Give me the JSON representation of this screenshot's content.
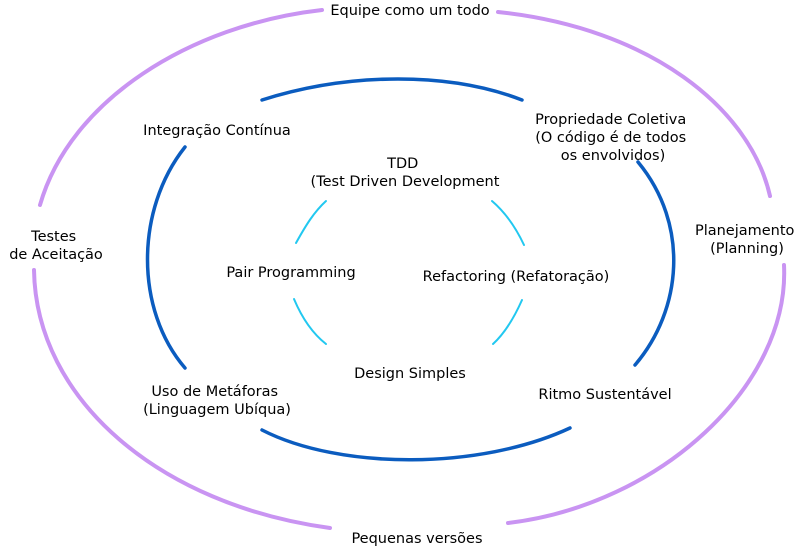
{
  "diagram": {
    "title": "",
    "colors": {
      "outer_ring": "#c994f2",
      "middle_ring": "#0b5cbf",
      "inner_ring": "#22c8f0",
      "text": "#000000"
    },
    "rings": {
      "outer": {
        "name": "Equipe como um todo",
        "practices": [
          {
            "lines": [
              "Equipe como um todo"
            ]
          },
          {
            "lines": [
              "Planejamento",
              "(Planning)"
            ]
          },
          {
            "lines": [
              "Pequenas versões"
            ]
          },
          {
            "lines": [
              "Testes",
              "de Aceitação"
            ]
          }
        ]
      },
      "middle": {
        "practices": [
          {
            "lines": [
              "Integração Contínua"
            ]
          },
          {
            "lines": [
              "Propriedade Coletiva",
              "(O código é de todos",
              "os envolvidos)"
            ]
          },
          {
            "lines": [
              "Ritmo Sustentável"
            ]
          },
          {
            "lines": [
              "Uso de Metáforas",
              "(Linguagem Ubíqua)"
            ]
          }
        ]
      },
      "inner": {
        "practices": [
          {
            "lines": [
              "TDD",
              "(Test Driven Development"
            ]
          },
          {
            "lines": [
              "Refactoring (Refatoração)"
            ]
          },
          {
            "lines": [
              "Design Simples"
            ]
          },
          {
            "lines": [
              "Pair Programming"
            ]
          }
        ]
      }
    }
  }
}
